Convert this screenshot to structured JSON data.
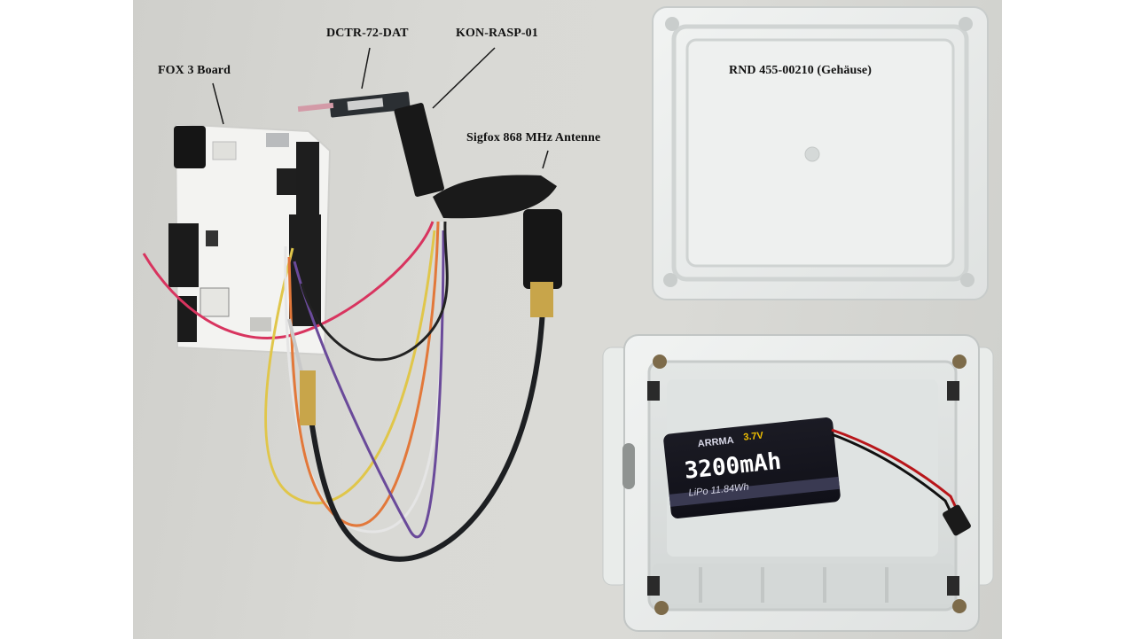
{
  "labels": {
    "dctr": "DCTR-72-DAT",
    "kon": "KON-RASP-01",
    "fox": "FOX 3 Board",
    "antenna": "Sigfox 868 MHz Antenne",
    "enclosure": "RND 455-00210 (Gehäuse)"
  },
  "battery": {
    "capacity": "3200mAh",
    "voltage": "3.7V",
    "type": "LiPo 11.84Wh",
    "brand": "ARRMA"
  },
  "colors": {
    "background": "#d6d6d2",
    "enclosure": "#e8ebe9",
    "board": "#f2f2f0",
    "cable": "#1c1c1c",
    "brass": "#c8a54a"
  }
}
